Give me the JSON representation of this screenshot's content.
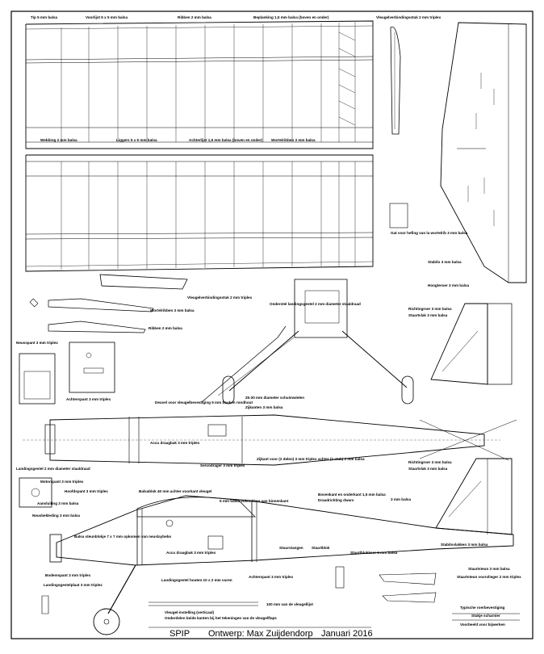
{
  "sheet": {
    "title_block": {
      "name": "SPIP",
      "designer": "Ontwerp: Max Zuijdendorp",
      "date": "Januari 2016"
    }
  },
  "wing": {
    "labels": {
      "tip": "Tip 5 mm balsa",
      "leading_edge": "Voorlijst 5 x 5 mm balsa",
      "ribs": "Ribben 2 mm balsa",
      "sheeting": "Beplanking 1,5 mm balsa (boven en onder)",
      "joiner_bottom": "Vleugelverbindingsstuk 2 mm triplex",
      "webbing": "Webbing 2 mm balsa",
      "spars": "Liggers 5 x 5 mm balsa",
      "trailing_edge": "Achterlijst 1,5 mm balsa (boven en onder)",
      "root_ribs": "Wortelribben 3 mm balsa"
    }
  },
  "tail": {
    "labels": {
      "slot": "Gat voor hefing van la wortelrib 3 mm balsa",
      "stab": "Stabilo 3 mm balsa",
      "elevator": "Hoogteroer 3 mm balsa",
      "rudder": "Richtingroer 3 mm balsa",
      "fin": "Staartvlak 3 mm balsa",
      "rudder2": "Richtingroer 3 mm balsa",
      "fin2": "Staartvlak 3 mm balsa",
      "tail_3mm": "3 mm balsa"
    }
  },
  "parts": {
    "labels": {
      "joiner_top": "Vleugelverbindingsstuk 2 mm triplex",
      "root_rib": "Wortelribben 3 mm balsa",
      "rib": "Ribben 2 mm balsa",
      "gear_wire": "Onderstel landingsgestel 2 mm diameter staaldraad",
      "nose_former": "Neusspant 3 mm triplex",
      "rear_former": "Achterspant 3 mm triplex",
      "dowel": "Deuvel voor vleugelbevestiging 5 mm beuken rondhout",
      "pushrod_tube": "25-30 mm diameter schuimwielen",
      "wheel": "25-30 mm diameter schuimwielen",
      "fuselage_sides": "Zijkanten 3 mm balsa",
      "access": "Accu draagbak 3 mm triplex",
      "servo_holder": "Servodrager 3 mm triplex",
      "gear": "Landingsgestel 2 mm diameter staaldraad",
      "sides_note": "Zijkant voor (2 delen) 3 mm triplex achter (2 stuk) 3 mm balsa",
      "motor_former": "Motorspant 3 mm triplex"
    }
  },
  "fuselage": {
    "labels": {
      "top_former": "Hoofdspant 3 mm triplex",
      "motor_mount": "Motorspant 3 mm triplex",
      "sheeting_front": "Aansluiting 3 mm balsa",
      "nose": "Neusbekleding 3 mm balsa",
      "battery": "Balsa steunblokje 7 x 7 mm opkomen van neuslaybebo",
      "bottom_former": "Bodemspant 3 mm triplex",
      "gear_plate": "Landingsgestelplaat 3 mm triplex",
      "wing_saddle": "Balsablok 40 mm achter voorkant vleugel",
      "cover": "5 mm balsa vulstukken aan binnenkant",
      "top_bottom": "Bovenkant en onderkant 1,5 mm balsa",
      "grain": "Draadrichting dwars",
      "tail_block": "Staartblok",
      "rear_former": "Achterspant 3 mm triplex",
      "accu": "Accu draagbak 3 mm triplex",
      "servo_rail": "Landingsgestel houten 10 x 2 mm vuren",
      "stab_mount": "Staartblokkeer 3 mm balsa",
      "stab_mount2": "Stabilovlakken 3 mm balsa",
      "tail_skid": "Staartsteun 3 mm balsa",
      "tail_skid2": "Staartsteun voorvlieger 2 mm triplex",
      "pushrod": "Stuurstangen",
      "wing_incidence": "Vleugel-instelling (verticaal)",
      "note": "Onderdelen beide kanten bij het tekeningen van de vleugelflaps",
      "spacing": "100 mm van de vleugellijst",
      "hinge": "Typische roerbevestiging",
      "hinge2": "Stukje scharnier",
      "hinge3": "Voorbeeld voor bijwerken"
    }
  }
}
